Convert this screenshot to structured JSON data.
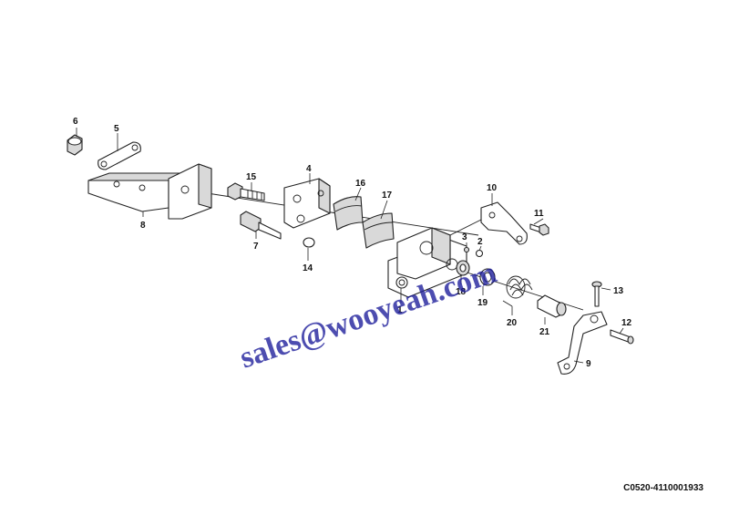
{
  "callouts": [
    {
      "id": "1",
      "label": "1"
    },
    {
      "id": "2",
      "label": "2"
    },
    {
      "id": "3",
      "label": "3"
    },
    {
      "id": "4",
      "label": "4"
    },
    {
      "id": "5",
      "label": "5"
    },
    {
      "id": "6",
      "label": "6"
    },
    {
      "id": "7",
      "label": "7"
    },
    {
      "id": "8",
      "label": "8"
    },
    {
      "id": "9",
      "label": "9"
    },
    {
      "id": "10",
      "label": "10"
    },
    {
      "id": "11",
      "label": "11"
    },
    {
      "id": "12",
      "label": "12"
    },
    {
      "id": "13",
      "label": "13"
    },
    {
      "id": "14",
      "label": "14"
    },
    {
      "id": "15",
      "label": "15"
    },
    {
      "id": "16",
      "label": "16"
    },
    {
      "id": "17",
      "label": "17"
    },
    {
      "id": "18",
      "label": "18"
    },
    {
      "id": "19",
      "label": "19"
    },
    {
      "id": "20",
      "label": "20"
    },
    {
      "id": "21",
      "label": "21"
    }
  ],
  "watermark": "sales@wooyeah.com",
  "drawing_code": "C0520-4110001933"
}
